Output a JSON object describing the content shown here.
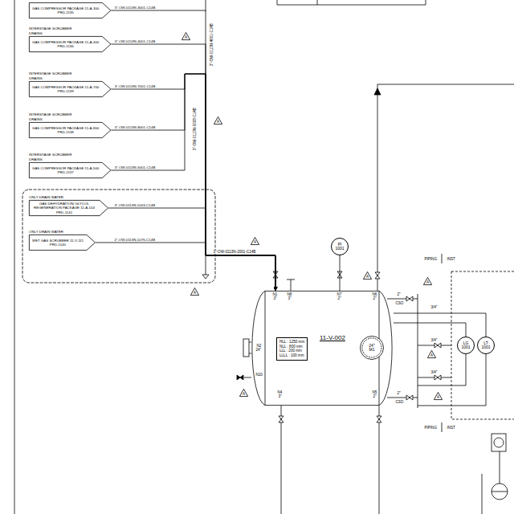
{
  "diagram": {
    "nodes": [
      {
        "text": [
          "GAS COMPRESSOR PACKAGE 11-A-300",
          "PRD-1135"
        ]
      },
      {
        "text": [
          "INTERSTAGE SCRUBBER DRAINS",
          "GAS COMPRESSOR PACKAGE 11-A-400",
          "PRD-1136"
        ]
      },
      {
        "text": [
          "INTERSTAGE SCRUBBER DRAINS",
          "GAS COMPRESSOR PACKAGE 11-A-700",
          "PRD-1139"
        ]
      },
      {
        "text": [
          "INTERSTAGE SCRUBBER DRAINS",
          "GAS COMPRESSOR PACKAGE 11-A-800",
          "PRD-1138"
        ]
      },
      {
        "text": [
          "INTERSTAGE SCRUBBER DRAINS",
          "GAS COMPRESSOR PACKAGE 11-A-500",
          "PRD-1137"
        ]
      },
      {
        "text": [
          "ONLY DRAIN WATER",
          "GAS DEHYDRATION/ GLYCOL REGENERATION PACKAGE 11-A-104",
          "PRD-1141"
        ]
      },
      {
        "text": [
          "ONLY DRAIN WATER",
          "WET GAS SCRUBBER 11-V-111",
          "PRD-1140"
        ]
      },
      {
        "text": [
          "11-V-002"
        ]
      },
      {
        "text": [
          "HLL : 1250 mm",
          "NLL : 800 mm",
          "LLL : 200 mm",
          "LLLL : 100 mm"
        ],
        "in": 7
      },
      {
        "text": [
          "24\"",
          "M1"
        ],
        "in": 7
      },
      {
        "text": [
          "PI",
          "1001"
        ]
      },
      {
        "text": [
          "LG",
          "1001"
        ]
      },
      {
        "text": [
          "LT",
          "1001"
        ]
      },
      {
        "text": [
          "A"
        ]
      },
      {
        "text": [
          "A"
        ]
      },
      {
        "text": [
          "A"
        ]
      },
      {
        "text": [
          "A"
        ]
      },
      {
        "text": [
          "A"
        ]
      },
      {
        "text": [
          "A"
        ]
      },
      {
        "text": [
          "A"
        ]
      },
      {
        "text": [
          "A"
        ]
      },
      {
        "text": [
          "A"
        ]
      }
    ],
    "edges": [
      {
        "from": 0,
        "to": 7,
        "arrow": "to"
      },
      {
        "from": 1,
        "to": 7,
        "arrow": "to"
      },
      {
        "from": 2,
        "to": 7,
        "arrow": "to"
      },
      {
        "from": 3,
        "to": 7,
        "arrow": "to"
      },
      {
        "from": 4,
        "to": 7,
        "arrow": "to"
      },
      {
        "from": 5,
        "to": 7,
        "arrow": "to"
      },
      {
        "from": 6,
        "to": 7,
        "arrow": "to"
      },
      {
        "from": 10,
        "to": 7,
        "arrow": "none"
      },
      {
        "from": 7,
        "to": 11,
        "arrow": "none"
      },
      {
        "from": 7,
        "to": 12,
        "arrow": "none"
      }
    ],
    "labels": [
      "3\"-OW-0113N-3001-C14B",
      "3\"-OW-0113N-4001-C14B",
      "3\"-OW-0113N-7001-C14B",
      "3\"-OW-0113N-8001-C14B",
      "3\"-OW-0113N-5001-C14B",
      "3\"-OW-0113N-1003-C14B",
      "2\"-OW-0113N-1076-C14B",
      "3\"-OW-0113N-0008-C14B",
      "3\"-OW-0113N-4601-C14B",
      "3\"-OW-0113N-2001-C14B",
      "N1",
      "3\"",
      "N8",
      "3\"",
      "N7",
      "2\"",
      "N6",
      "2\"",
      "N2",
      "24\"",
      "N10",
      "N4",
      "3\"",
      "N5",
      "2\"",
      "2\"",
      "CSO",
      "2\"",
      "CSO",
      "PIPING",
      "INST",
      "PIPING",
      "INST",
      "3/4\"",
      "3/4\"",
      "3/4\""
    ]
  }
}
